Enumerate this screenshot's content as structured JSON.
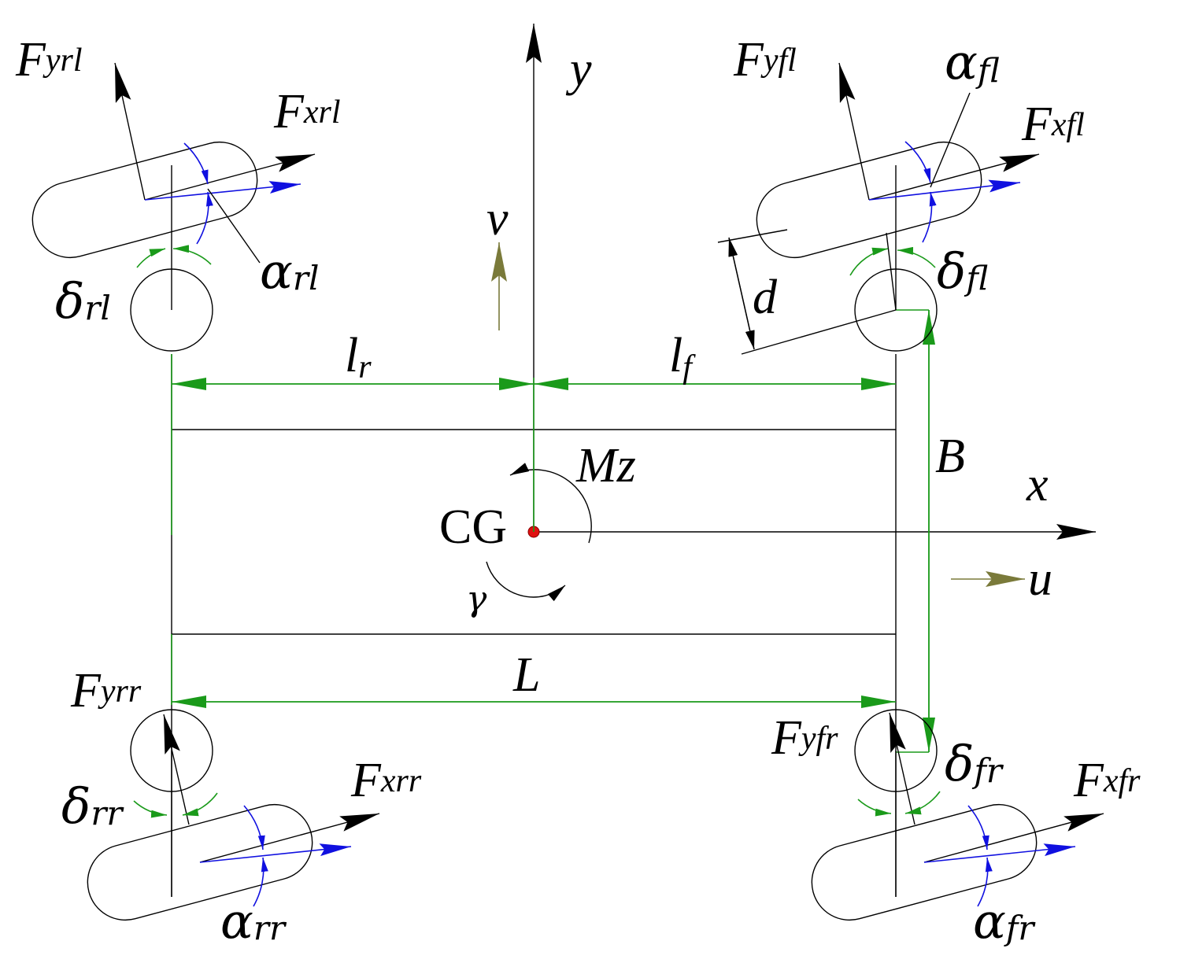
{
  "labels": {
    "y": "y",
    "x": "x",
    "v": "v",
    "u": "u",
    "lr_main": "l",
    "lr_sub": "r",
    "lf_main": "l",
    "lf_sub": "f",
    "d": "d",
    "B": "B",
    "L": "L",
    "Mz": "Mz",
    "CG": "CG",
    "gamma": "γ",
    "Fyrl_main": "F",
    "Fyrl_sub": "yrl",
    "Fxrl_main": "F",
    "Fxrl_sub": "xrl",
    "arl_main": "α",
    "arl_sub": "rl",
    "drl_main": "δ",
    "drl_sub": "rl",
    "Fyfl_main": "F",
    "Fyfl_sub": "yfl",
    "Fxfl_main": "F",
    "Fxfl_sub": "xfl",
    "afl_main": "α",
    "afl_sub": "fl",
    "dfl_main": "δ",
    "dfl_sub": "fl",
    "Fyrr_main": "F",
    "Fyrr_sub": "yrr",
    "Fxrr_main": "F",
    "Fxrr_sub": "xrr",
    "arr_main": "α",
    "arr_sub": "rr",
    "drr_main": "δ",
    "drr_sub": "rr",
    "Fyfr_main": "F",
    "Fyfr_sub": "yfr",
    "Fxfr_main": "F",
    "Fxfr_sub": "xfr",
    "afr_main": "α",
    "afr_sub": "fr",
    "dfr_main": "δ",
    "dfr_sub": "fr"
  },
  "colors": {
    "line": "#000000",
    "dimension": "#1a9a1a",
    "slip": "#1010e0",
    "velocity": "#7a7a3a",
    "cg": "#e01010"
  }
}
